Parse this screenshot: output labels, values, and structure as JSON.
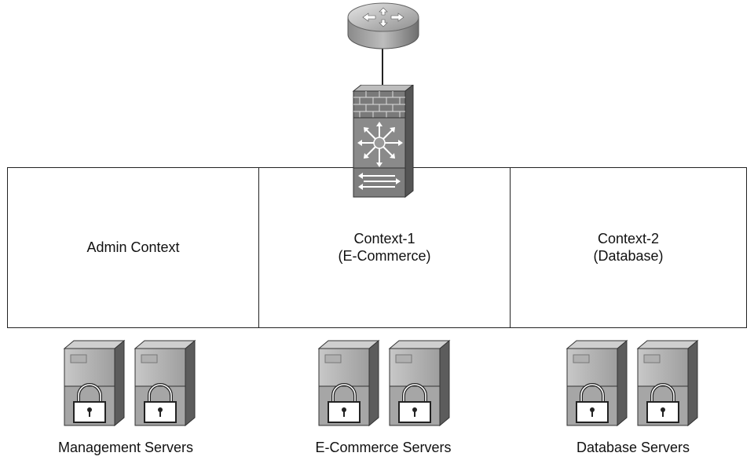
{
  "contexts": [
    {
      "line1": "Admin Context",
      "line2": ""
    },
    {
      "line1": "Context-1",
      "line2": "(E-Commerce)"
    },
    {
      "line1": "Context-2",
      "line2": "(Database)"
    }
  ],
  "server_groups": [
    {
      "label": "Management Servers"
    },
    {
      "label": "E-Commerce Servers"
    },
    {
      "label": "Database Servers"
    }
  ],
  "devices": {
    "router": "router-icon",
    "firewall_switch": "firewall-switch-icon",
    "server": "locked-server-icon"
  },
  "colors": {
    "border": "#222222",
    "device_fill": "#9a9a9a",
    "device_dark": "#5e5e5e",
    "text": "#111111"
  }
}
